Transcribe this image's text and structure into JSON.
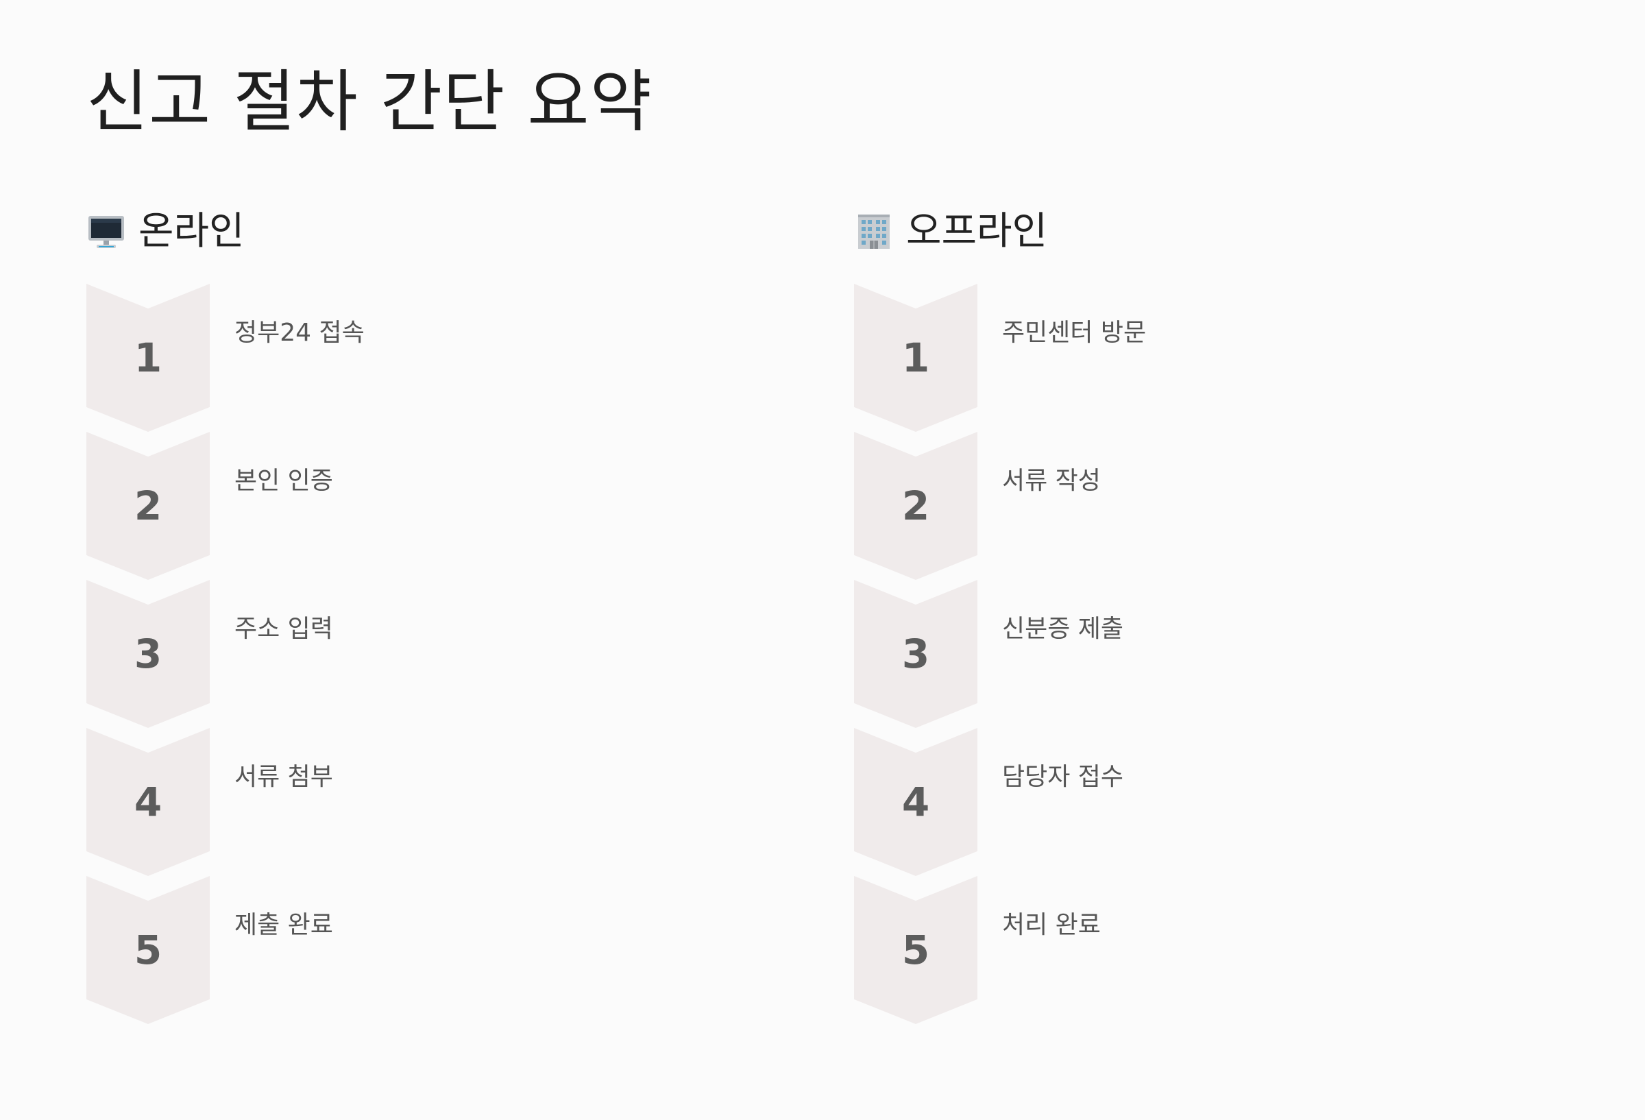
{
  "title": "신고 절차 간단 요약",
  "online": {
    "icon": "desktop-computer-icon",
    "title": "온라인",
    "steps": [
      {
        "num": "1",
        "label": "정부24 접속"
      },
      {
        "num": "2",
        "label": "본인 인증"
      },
      {
        "num": "3",
        "label": "주소 입력"
      },
      {
        "num": "4",
        "label": "서류 첨부"
      },
      {
        "num": "5",
        "label": "제출 완료"
      }
    ]
  },
  "offline": {
    "icon": "office-building-icon",
    "title": "오프라인",
    "steps": [
      {
        "num": "1",
        "label": "주민센터 방문"
      },
      {
        "num": "2",
        "label": "서류 작성"
      },
      {
        "num": "3",
        "label": "신분증 제출"
      },
      {
        "num": "4",
        "label": "담당자 접수"
      },
      {
        "num": "5",
        "label": "처리 완료"
      }
    ]
  },
  "colors": {
    "background": "#fbfbfb",
    "chevron": "#f0ebeb",
    "number": "#5c5c5c",
    "label": "#555555",
    "title": "#1f1f1f"
  }
}
